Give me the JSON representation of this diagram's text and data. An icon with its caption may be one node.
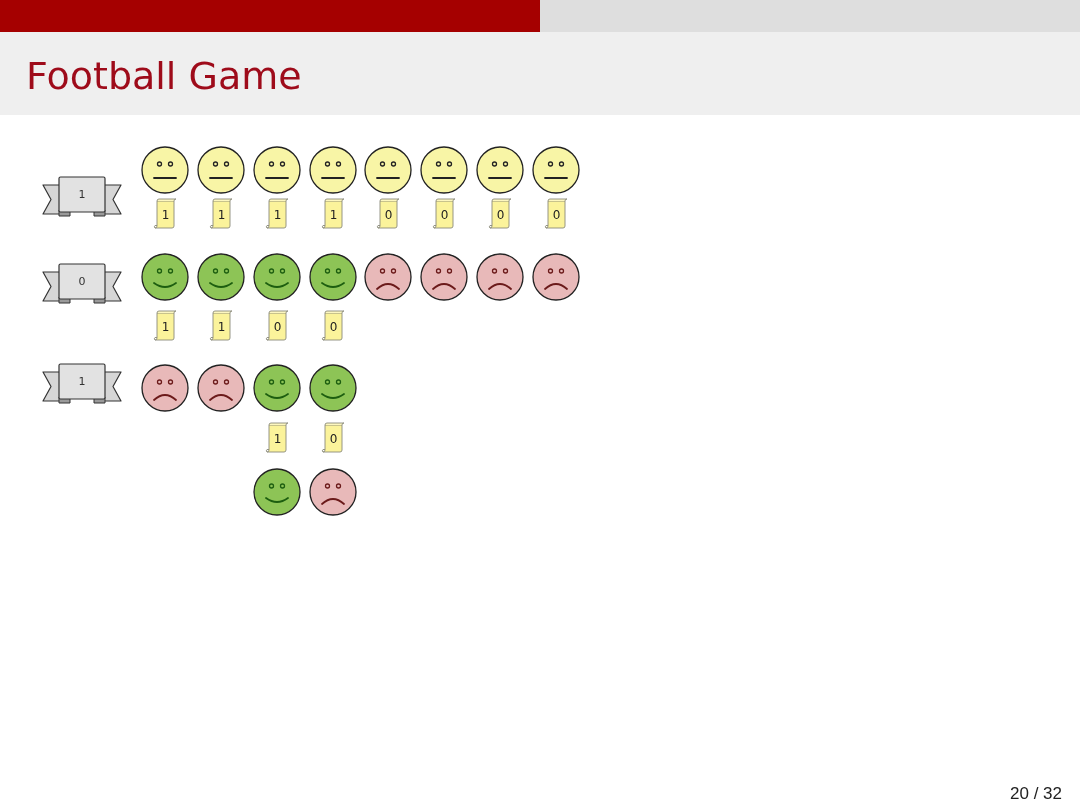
{
  "diagram": {
    "title": "Football Game",
    "nodes": [
      {
        "text": [
          "1"
        ]
      },
      {
        "text": [
          "1"
        ]
      },
      {
        "text": [
          "1"
        ]
      },
      {
        "text": [
          "1"
        ]
      },
      {
        "text": [
          "1"
        ]
      },
      {
        "text": [
          "0"
        ]
      },
      {
        "text": [
          "0"
        ]
      },
      {
        "text": [
          "0"
        ]
      },
      {
        "text": [
          "0"
        ]
      },
      {
        "text": [
          "0"
        ]
      },
      {
        "text": [
          "1"
        ]
      },
      {
        "text": [
          "1"
        ]
      },
      {
        "text": [
          "0"
        ]
      },
      {
        "text": [
          "0"
        ]
      },
      {
        "text": [
          "1"
        ]
      },
      {
        "text": [
          "1"
        ]
      },
      {
        "text": [
          "0"
        ]
      }
    ],
    "labels": [
      "20 / 32"
    ]
  }
}
